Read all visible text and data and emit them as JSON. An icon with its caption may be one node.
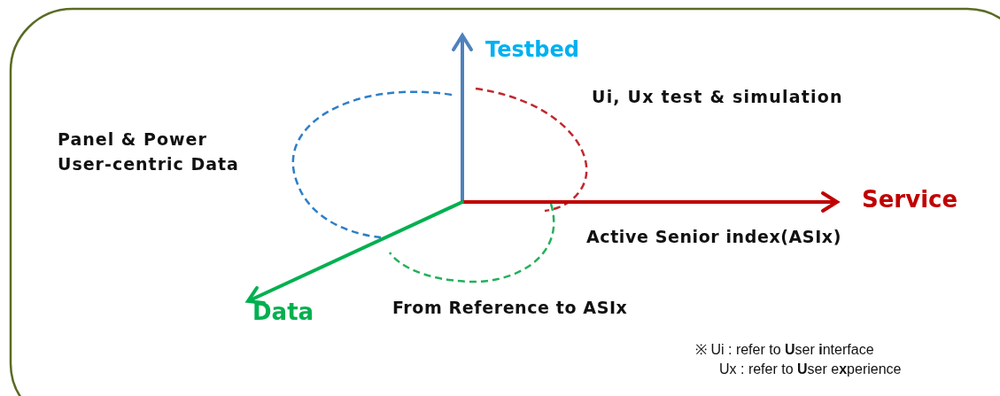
{
  "diagram": {
    "labels": [
      "Testbed",
      "Ui, Ux test & simulation",
      "Panel & Power User-centric Data",
      "Service",
      "Active Senior index(ASIx)",
      "Data",
      "From Reference to ASIx",
      "※ Ui  : refer to **U**ser **i**nterface",
      "Ux : refer to **U**ser e**x**perience"
    ]
  }
}
